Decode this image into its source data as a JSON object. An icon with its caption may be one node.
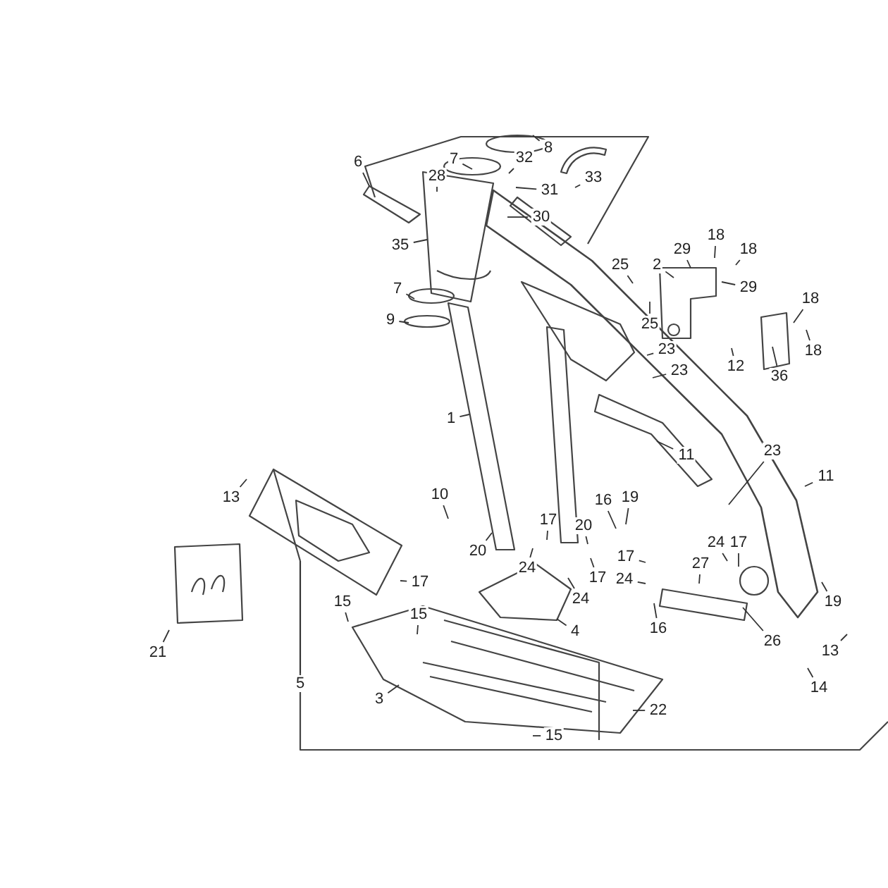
{
  "diagram": {
    "nodes": [
      {
        "text": [
          "8"
        ]
      },
      {
        "text": [
          "7"
        ]
      },
      {
        "text": [
          "6"
        ]
      },
      {
        "text": [
          "32"
        ]
      },
      {
        "text": [
          "28"
        ]
      },
      {
        "text": [
          "33"
        ]
      },
      {
        "text": [
          "31"
        ]
      },
      {
        "text": [
          "30"
        ]
      },
      {
        "text": [
          "18"
        ]
      },
      {
        "text": [
          "35"
        ]
      },
      {
        "text": [
          "29"
        ]
      },
      {
        "text": [
          "18"
        ]
      },
      {
        "text": [
          "25"
        ]
      },
      {
        "text": [
          "2"
        ]
      },
      {
        "text": [
          "29"
        ]
      },
      {
        "text": [
          "18"
        ]
      },
      {
        "text": [
          "7"
        ]
      },
      {
        "text": [
          "9"
        ]
      },
      {
        "text": [
          "25"
        ]
      },
      {
        "text": [
          "23"
        ]
      },
      {
        "text": [
          "18"
        ]
      },
      {
        "text": [
          "12"
        ]
      },
      {
        "text": [
          "23"
        ]
      },
      {
        "text": [
          "36"
        ]
      },
      {
        "text": [
          "1"
        ]
      },
      {
        "text": [
          "11"
        ]
      },
      {
        "text": [
          "23"
        ]
      },
      {
        "text": [
          "11"
        ]
      },
      {
        "text": [
          "13"
        ]
      },
      {
        "text": [
          "10"
        ]
      },
      {
        "text": [
          "19"
        ]
      },
      {
        "text": [
          "16"
        ]
      },
      {
        "text": [
          "17"
        ]
      },
      {
        "text": [
          "20"
        ]
      },
      {
        "text": [
          "24"
        ]
      },
      {
        "text": [
          "17"
        ]
      },
      {
        "text": [
          "20"
        ]
      },
      {
        "text": [
          "17"
        ]
      },
      {
        "text": [
          "27"
        ]
      },
      {
        "text": [
          "24"
        ]
      },
      {
        "text": [
          "17"
        ]
      },
      {
        "text": [
          "24"
        ]
      },
      {
        "text": [
          "17"
        ]
      },
      {
        "text": [
          "24"
        ]
      },
      {
        "text": [
          "19"
        ]
      },
      {
        "text": [
          "15"
        ]
      },
      {
        "text": [
          "15"
        ]
      },
      {
        "text": [
          "16"
        ]
      },
      {
        "text": [
          "4"
        ]
      },
      {
        "text": [
          "26"
        ]
      },
      {
        "text": [
          "13"
        ]
      },
      {
        "text": [
          "21"
        ]
      },
      {
        "text": [
          "5"
        ]
      },
      {
        "text": [
          "14"
        ]
      },
      {
        "text": [
          "3"
        ]
      },
      {
        "text": [
          "22"
        ]
      },
      {
        "text": [
          "15"
        ]
      }
    ],
    "edges": [
      {
        "from": 0,
        "to": null,
        "arrow": "none"
      },
      {
        "from": 1,
        "to": null,
        "arrow": "none"
      },
      {
        "from": 2,
        "to": null,
        "arrow": "none"
      },
      {
        "from": 3,
        "to": null,
        "arrow": "none"
      },
      {
        "from": 4,
        "to": null,
        "arrow": "none"
      },
      {
        "from": 5,
        "to": null,
        "arrow": "none"
      },
      {
        "from": 6,
        "to": null,
        "arrow": "none"
      },
      {
        "from": 7,
        "to": null,
        "arrow": "none"
      },
      {
        "from": 8,
        "to": null,
        "arrow": "none"
      },
      {
        "from": 9,
        "to": null,
        "arrow": "none"
      },
      {
        "from": 10,
        "to": null,
        "arrow": "none"
      },
      {
        "from": 11,
        "to": null,
        "arrow": "none"
      },
      {
        "from": 12,
        "to": null,
        "arrow": "none"
      },
      {
        "from": 13,
        "to": null,
        "arrow": "none"
      },
      {
        "from": 14,
        "to": null,
        "arrow": "none"
      },
      {
        "from": 15,
        "to": null,
        "arrow": "none"
      },
      {
        "from": 16,
        "to": null,
        "arrow": "none"
      },
      {
        "from": 17,
        "to": null,
        "arrow": "none"
      },
      {
        "from": 18,
        "to": null,
        "arrow": "none"
      },
      {
        "from": 19,
        "to": null,
        "arrow": "none"
      },
      {
        "from": 20,
        "to": null,
        "arrow": "none"
      },
      {
        "from": 21,
        "to": null,
        "arrow": "none"
      },
      {
        "from": 22,
        "to": null,
        "arrow": "none"
      },
      {
        "from": 23,
        "to": null,
        "arrow": "none"
      },
      {
        "from": 24,
        "to": null,
        "arrow": "none"
      },
      {
        "from": 25,
        "to": null,
        "arrow": "none"
      },
      {
        "from": 26,
        "to": null,
        "arrow": "none"
      },
      {
        "from": 27,
        "to": null,
        "arrow": "none"
      },
      {
        "from": 28,
        "to": null,
        "arrow": "none"
      },
      {
        "from": 29,
        "to": null,
        "arrow": "none"
      },
      {
        "from": 30,
        "to": null,
        "arrow": "none"
      },
      {
        "from": 31,
        "to": null,
        "arrow": "none"
      },
      {
        "from": 32,
        "to": null,
        "arrow": "none"
      },
      {
        "from": 33,
        "to": null,
        "arrow": "none"
      },
      {
        "from": 34,
        "to": null,
        "arrow": "none"
      },
      {
        "from": 35,
        "to": null,
        "arrow": "none"
      },
      {
        "from": 36,
        "to": null,
        "arrow": "none"
      },
      {
        "from": 37,
        "to": null,
        "arrow": "none"
      },
      {
        "from": 38,
        "to": null,
        "arrow": "none"
      },
      {
        "from": 39,
        "to": null,
        "arrow": "none"
      },
      {
        "from": 40,
        "to": null,
        "arrow": "none"
      },
      {
        "from": 41,
        "to": null,
        "arrow": "none"
      },
      {
        "from": 42,
        "to": null,
        "arrow": "none"
      },
      {
        "from": 43,
        "to": null,
        "arrow": "none"
      },
      {
        "from": 44,
        "to": null,
        "arrow": "none"
      },
      {
        "from": 45,
        "to": null,
        "arrow": "none"
      },
      {
        "from": 46,
        "to": null,
        "arrow": "none"
      },
      {
        "from": 47,
        "to": null,
        "arrow": "none"
      },
      {
        "from": 48,
        "to": null,
        "arrow": "none"
      },
      {
        "from": 49,
        "to": null,
        "arrow": "none"
      },
      {
        "from": 50,
        "to": null,
        "arrow": "none"
      },
      {
        "from": 51,
        "to": null,
        "arrow": "none"
      },
      {
        "from": 52,
        "to": null,
        "arrow": "none"
      },
      {
        "from": 53,
        "to": null,
        "arrow": "none"
      },
      {
        "from": 54,
        "to": null,
        "arrow": "none"
      },
      {
        "from": 55,
        "to": null,
        "arrow": "none"
      },
      {
        "from": 56,
        "to": null,
        "arrow": "none"
      }
    ]
  }
}
